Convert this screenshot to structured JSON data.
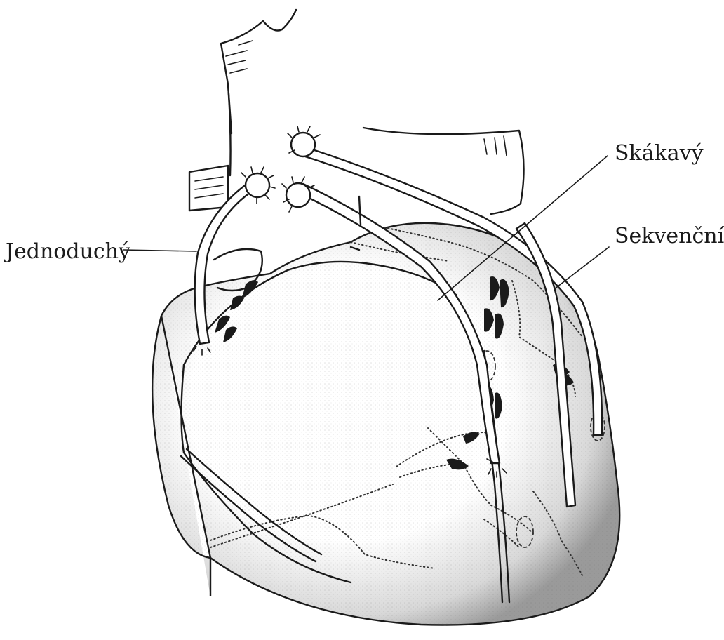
{
  "labels": {
    "simple": "Jednoduchý",
    "jump": "Skákavý",
    "sequential": "Sekvenční"
  },
  "colors": {
    "ink": "#1a1a1a",
    "background": "#ffffff",
    "stipple": "#555555"
  }
}
